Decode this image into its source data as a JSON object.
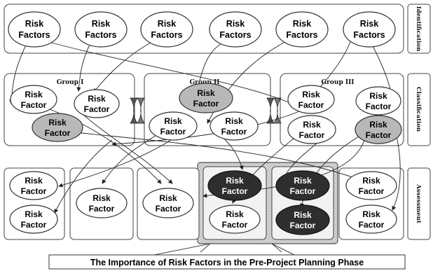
{
  "stages": [
    "Identification",
    "Classification",
    "Assessment"
  ],
  "groups": [
    "Group I",
    "Group II",
    "Group III"
  ],
  "identification_label": [
    "Risk",
    "Factors"
  ],
  "factor_label": [
    "Risk",
    "Factor"
  ],
  "caption": "The Importance of Risk Factors in the Pre-Project Planning Phase",
  "colors": {
    "highlight_light": "#b8b8b8",
    "highlight_dark": "#2e2e2e",
    "emphasis_frame": "#8c8c8c",
    "line": "#222222"
  }
}
